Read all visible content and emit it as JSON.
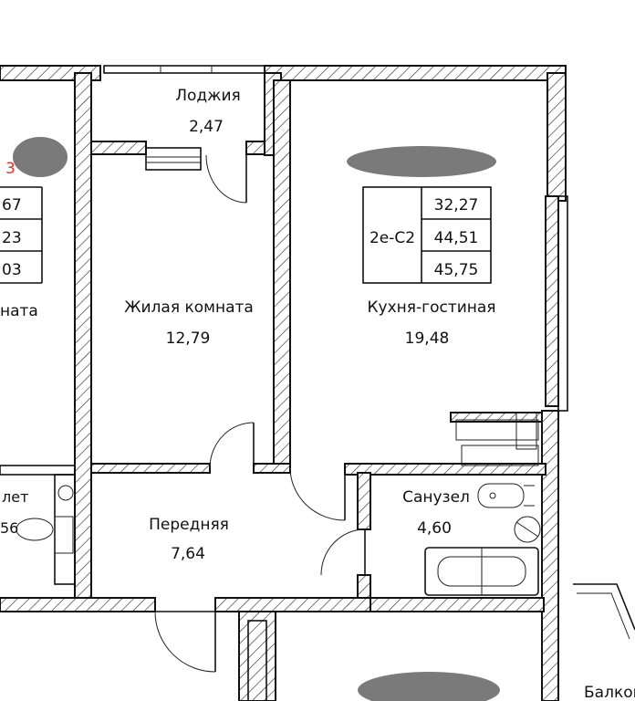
{
  "rooms": {
    "loggia": {
      "name": "Лоджия",
      "area": "2,47"
    },
    "living_room": {
      "name": "Жилая комната",
      "area": "12,79"
    },
    "kitchen_living": {
      "name": "Кухня-гостиная",
      "area": "19,48"
    },
    "hallway": {
      "name": "Передняя",
      "area": "7,64"
    },
    "bathroom": {
      "name": "Санузел",
      "area": "4,60"
    },
    "balcony_cut": {
      "name": "Балкон"
    }
  },
  "unit_table": {
    "code": "2е-С2",
    "values": [
      "32,27",
      "44,51",
      "45,75"
    ]
  },
  "neighbor_left": {
    "mark": "3",
    "values": [
      "67",
      "23",
      "03"
    ],
    "room_label_fragment": "ната",
    "wc_label_fragment": "лет",
    "wc_area_fragment": "56"
  }
}
